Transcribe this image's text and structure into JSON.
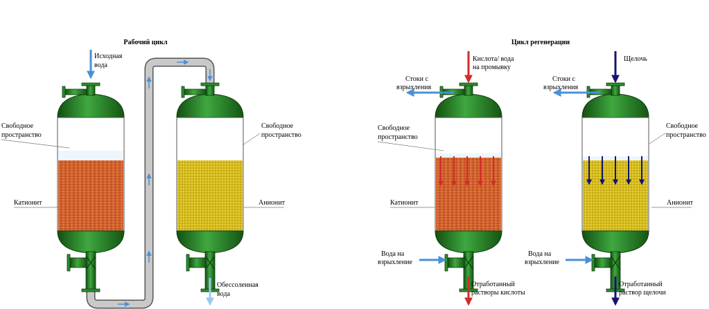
{
  "titles": {
    "working": "Рабочий цикл",
    "regeneration": "Цикл регенерации"
  },
  "labels": {
    "feed_water": [
      "Исходная",
      "вода"
    ],
    "free_space_1": [
      "Свободное",
      "пространство"
    ],
    "free_space_2": [
      "Свободное",
      "пространство"
    ],
    "free_space_3": [
      "Свободное",
      "пространство"
    ],
    "free_space_4": [
      "Свободное",
      "пространство"
    ],
    "cationite_1": "Катионит",
    "anionite_1": "Анионит",
    "cationite_2": "Катионит",
    "anionite_2": "Анионит",
    "desalted_water": [
      "Обессоленная",
      "вода"
    ],
    "acid_rinse": [
      "Кислота/ вода",
      "на промывку"
    ],
    "alkali": "Щелочь",
    "backwash_waste_1": [
      "Стоки с",
      "взрыхления"
    ],
    "backwash_waste_2": [
      "Стоки с",
      "взрыхления"
    ],
    "backwash_water_1": [
      "Вода на",
      "взрыхление"
    ],
    "backwash_water_2": [
      "Вода на",
      "взрыхление"
    ],
    "spent_acid": [
      "Отработанный",
      "растворы кислоты"
    ],
    "spent_alkali": [
      "Отработанный",
      "раствор щелочи"
    ]
  },
  "colors": {
    "vessel_green": "#2e8b2e",
    "vessel_dark": "#1a5a1a",
    "cation_resin": "#d2602c",
    "anion_resin": "#dcc21e",
    "pipe_fill": "#c9c9c9",
    "flow_blue": "#4a90d9",
    "acid_red": "#d42a2a",
    "alkali_navy": "#14146e",
    "outlet_lightblue": "#9cc8ee"
  }
}
